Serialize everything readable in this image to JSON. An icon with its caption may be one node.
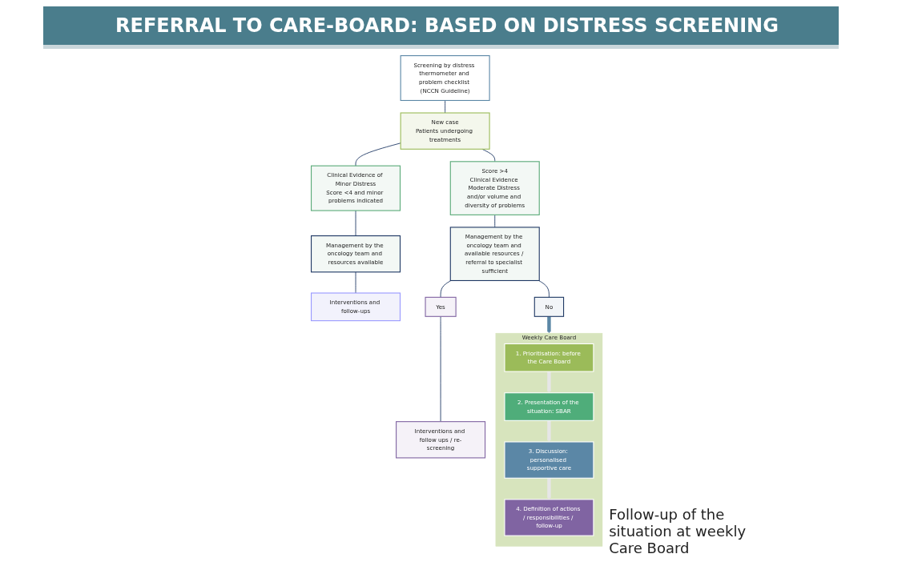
{
  "diagram": {
    "title": "REFERRAL TO CARE-BOARD: BASED ON DISTRESS SCREENING",
    "nodes": [
      {
        "text": [
          "Screening by distress thermometer and problem checklist (NCCN Guideline)"
        ]
      },
      {
        "text": [
          "New case",
          "Patients undergoing treatments"
        ]
      },
      {
        "text": [
          "Clinical Evidence of Minor Distress",
          "Score <4 and minor problems indicated"
        ]
      },
      {
        "text": [
          "Score >4",
          "Clinical Evidence Moderate Distress and/or volume and diversity of problems"
        ]
      },
      {
        "text": [
          "Management by the oncology team and resources available"
        ]
      },
      {
        "text": [
          "Interventions and follow-ups"
        ]
      },
      {
        "text": [
          "Management by the oncology team and available resources / referral to specialist sufficient"
        ]
      },
      {
        "text": [
          "Yes"
        ]
      },
      {
        "text": [
          "No"
        ]
      },
      {
        "text": [
          "Interventions and follow ups / re-screening"
        ]
      },
      {
        "text": [
          "Weekly Care Board"
        ],
        "beside": [
          "Follow-up of the situation at weekly Care Board"
        ]
      },
      {
        "text": [
          "1. Prioritisation: before the Care Board"
        ],
        "in": 10
      },
      {
        "text": [
          "2. Presentation of the situation: SBAR"
        ],
        "in": 10
      },
      {
        "text": [
          "3. Discussion: personalised supportive care"
        ],
        "in": 10
      },
      {
        "text": [
          "4. Definition of actions / responsibilities / follow-up"
        ],
        "in": 10
      }
    ],
    "edges": [
      {
        "from": 0,
        "to": 1,
        "arrow": "none"
      },
      {
        "from": 1,
        "to": 2,
        "arrow": "none"
      },
      {
        "from": 1,
        "to": 3,
        "arrow": "none"
      },
      {
        "from": 2,
        "to": 4,
        "arrow": "none"
      },
      {
        "from": 4,
        "to": 5,
        "arrow": "none"
      },
      {
        "from": 3,
        "to": 6,
        "arrow": "none"
      },
      {
        "from": 6,
        "to": 7,
        "arrow": "none"
      },
      {
        "from": 6,
        "to": 8,
        "arrow": "none"
      },
      {
        "from": 7,
        "to": 9,
        "arrow": "none"
      },
      {
        "from": 8,
        "to": 10,
        "arrow": "to",
        "style": "thick",
        "color": "#5b87a6"
      },
      {
        "from": 11,
        "to": 12,
        "arrow": "to",
        "style": "thick",
        "color": "#e6e6e6"
      },
      {
        "from": 12,
        "to": 13,
        "arrow": "to",
        "style": "thick",
        "color": "#e6e6e6"
      },
      {
        "from": 13,
        "to": 14,
        "arrow": "to",
        "style": "thick",
        "color": "#e6e6e6"
      }
    ]
  }
}
